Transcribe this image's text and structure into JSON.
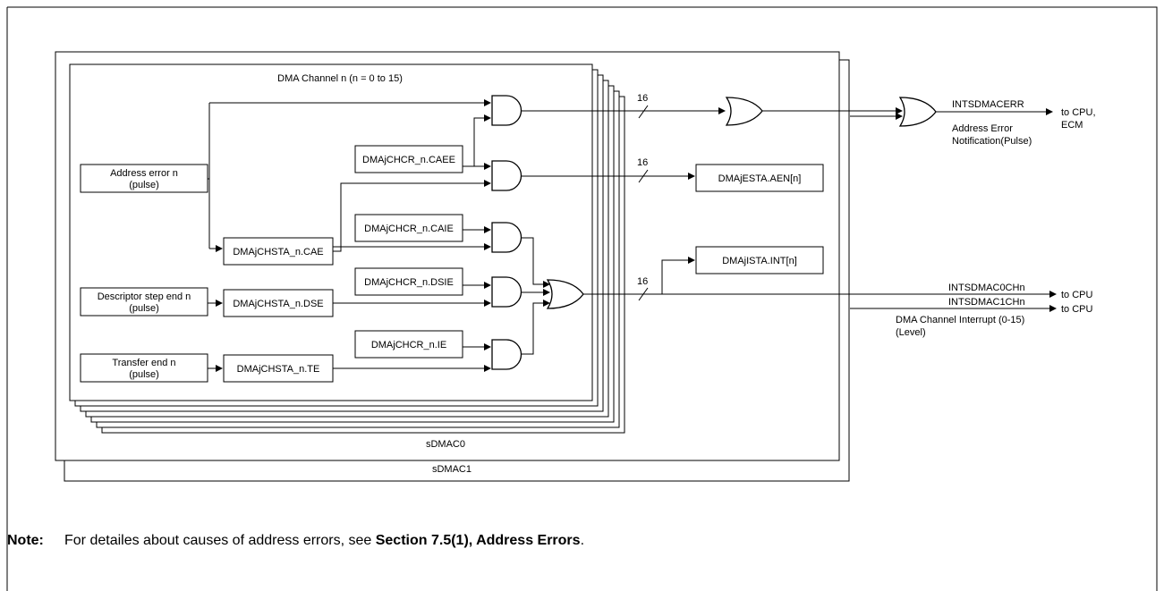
{
  "diagram": {
    "channel_title": "DMA Channel n (n = 0 to 15)",
    "sdmac0": "sDMAC0",
    "sdmac1": "sDMAC1",
    "sources": {
      "address_error_line1": "Address error n",
      "address_error_line2": "(pulse)",
      "descriptor_line1": "Descriptor step end n",
      "descriptor_line2": "(pulse)",
      "transfer_line1": "Transfer end n",
      "transfer_line2": "(pulse)"
    },
    "registers": {
      "caee": "DMAjCHCR_n.CAEE",
      "cae": "DMAjCHSTA_n.CAE",
      "caie": "DMAjCHCR_n.CAIE",
      "dsie": "DMAjCHCR_n.DSIE",
      "dse": "DMAjCHSTA_n.DSE",
      "ie": "DMAjCHCR_n.IE",
      "te": "DMAjCHSTA_n.TE",
      "esta": "DMAjESTA.AEN[n]",
      "ista": "DMAjISTA.INT[n]"
    },
    "bus_width_1": "16",
    "bus_width_2": "16",
    "bus_width_3": "16",
    "outputs": {
      "intsdmacerr": "INTSDMACERR",
      "err_desc_line1": "Address Error",
      "err_desc_line2": "Notification(Pulse)",
      "err_dest_line1": "to CPU,",
      "err_dest_line2": "ECM",
      "int0": "INTSDMAC0CHn",
      "int1": "INTSDMAC1CHn",
      "int_desc_line1": "DMA Channel Interrupt (0-15)",
      "int_desc_line2": "(Level)",
      "int0_dest": "to CPU",
      "int1_dest": "to CPU"
    }
  },
  "note": {
    "label": "Note:",
    "text_before": "For detailes about causes of address errors, see ",
    "link": "Section 7.5(1), Address Errors",
    "text_after": "."
  }
}
